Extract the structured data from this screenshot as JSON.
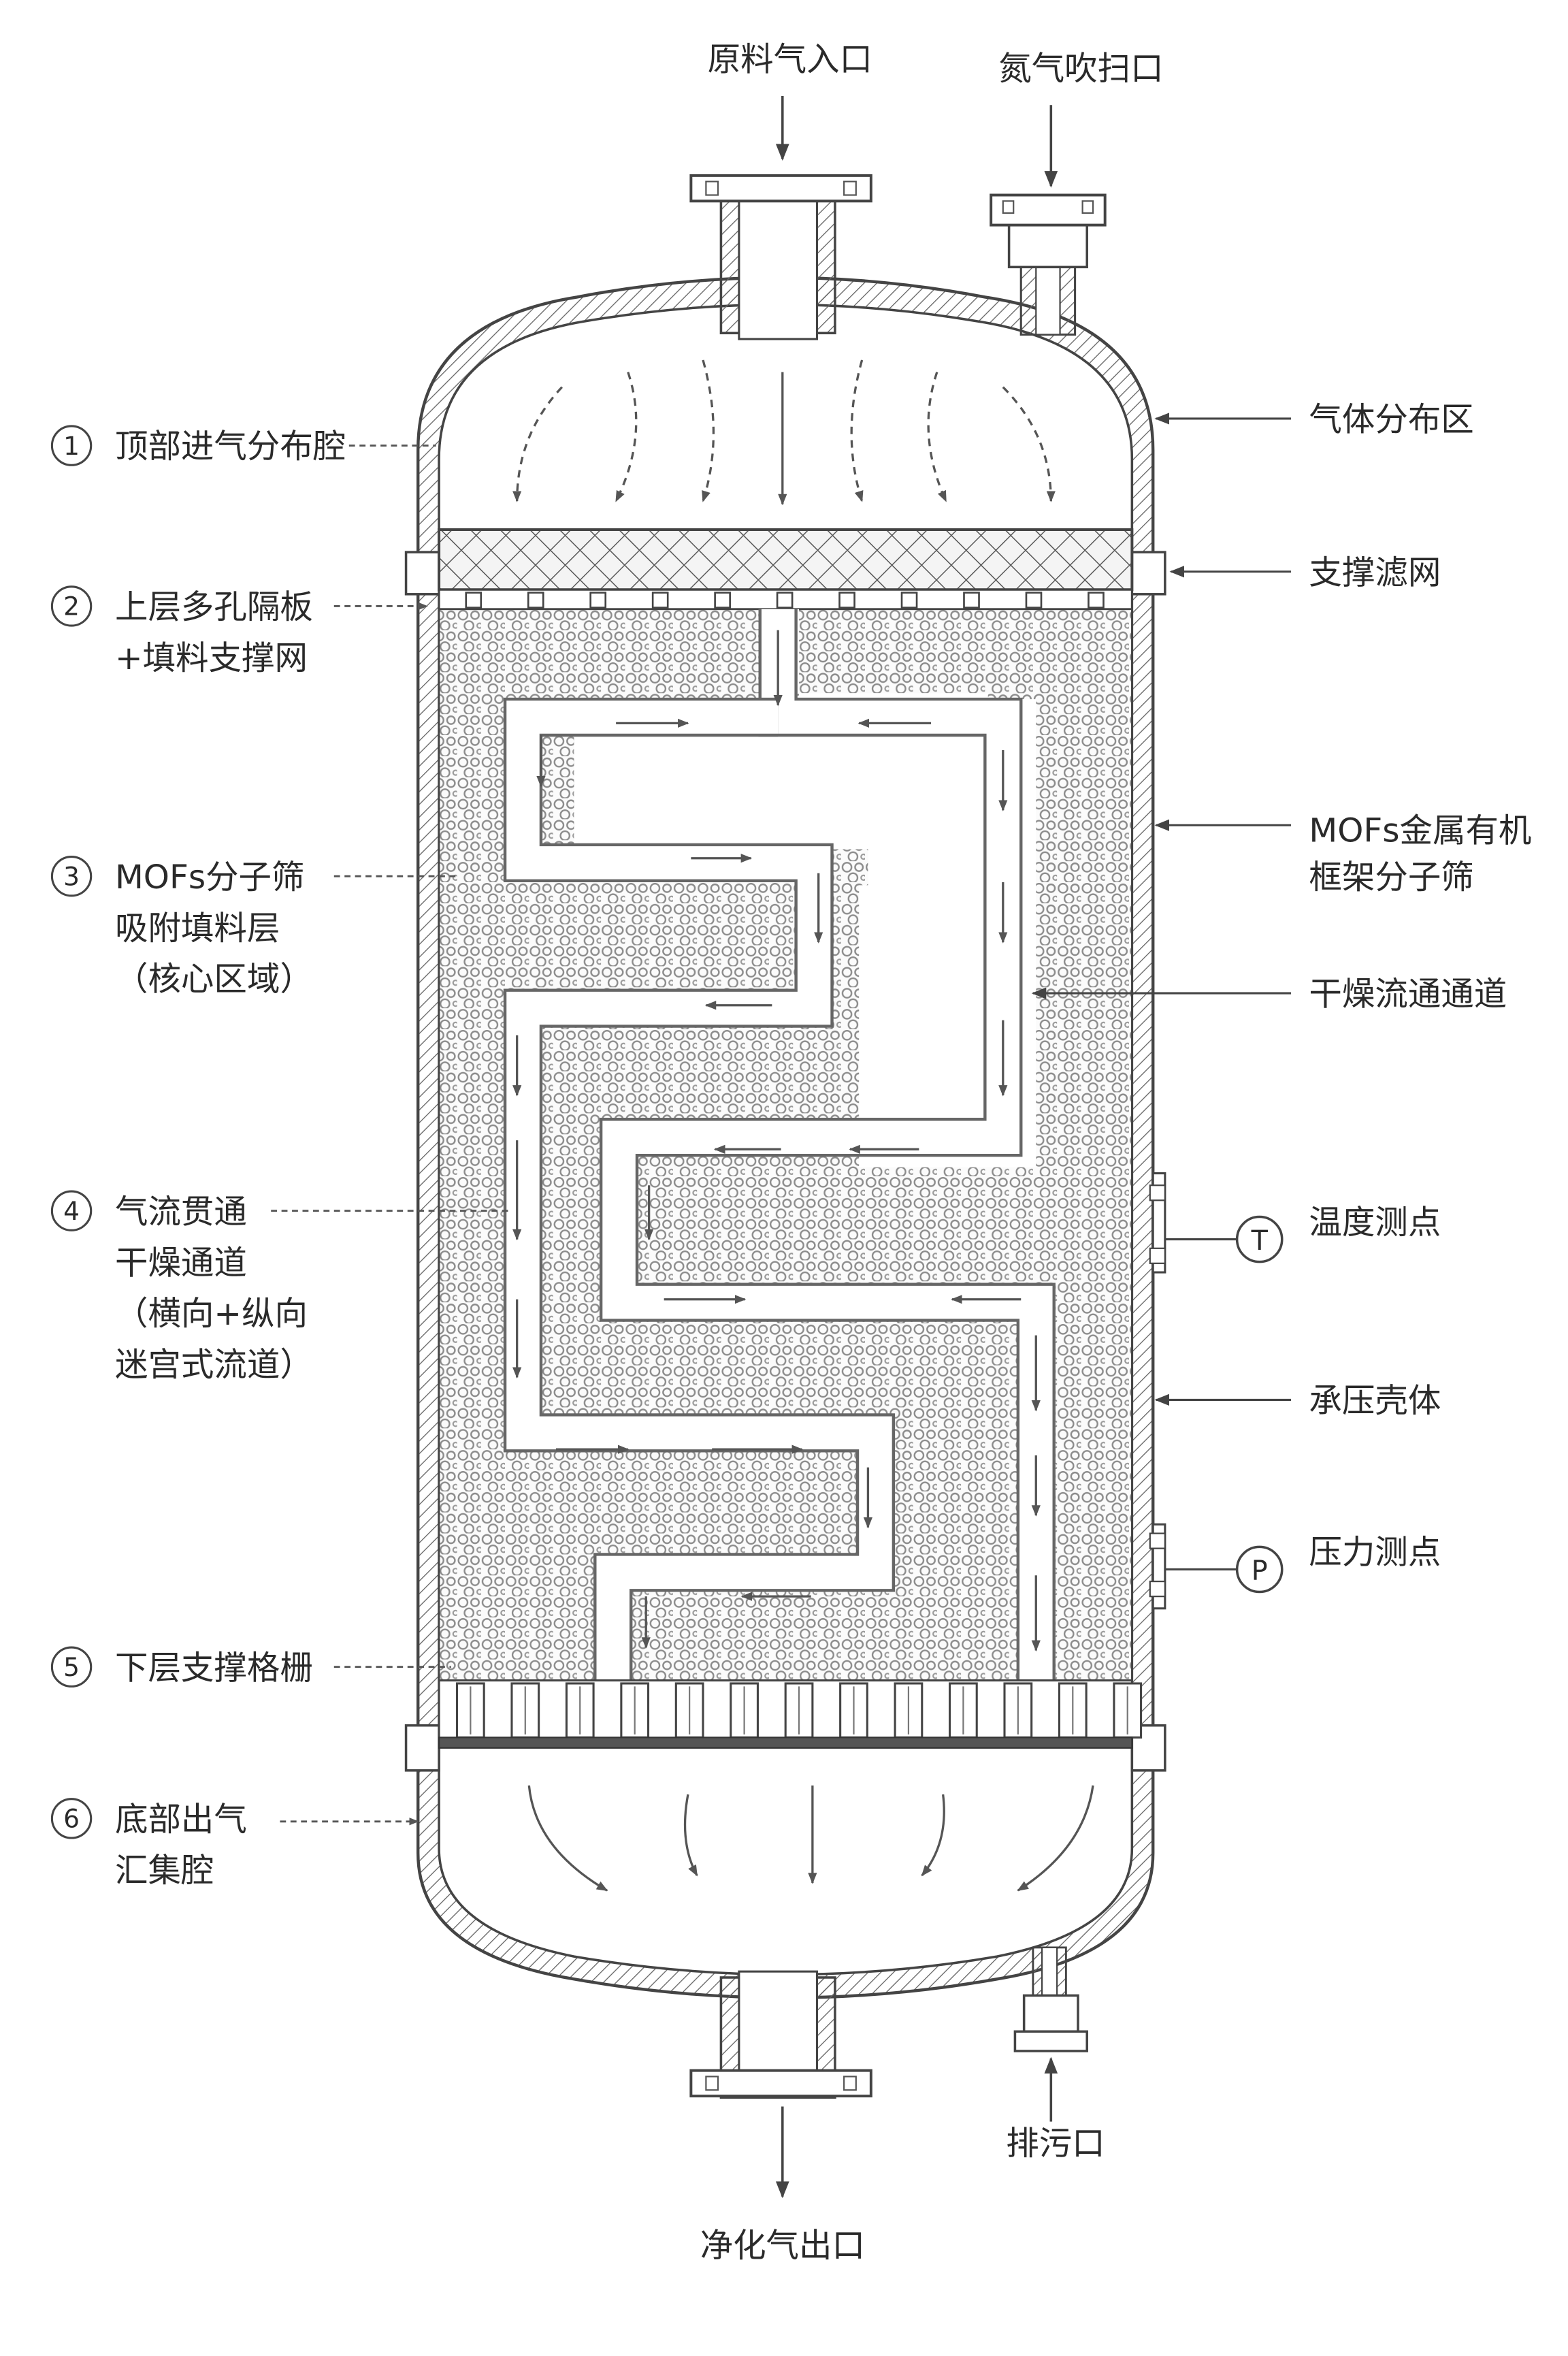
{
  "top_labels": {
    "feed_inlet": "原料气入口",
    "nitrogen_purge": "氮气吹扫口"
  },
  "bottom_labels": {
    "drain": "排污口",
    "clean_outlet": "净化气出口"
  },
  "left_callouts": [
    {
      "num": "1",
      "lines": [
        "顶部进气分布腔"
      ]
    },
    {
      "num": "2",
      "lines": [
        "上层多孔隔板",
        "+填料支撑网"
      ]
    },
    {
      "num": "3",
      "lines": [
        "MOFs分子筛",
        "吸附填料层",
        "（核心区域）"
      ]
    },
    {
      "num": "4",
      "lines": [
        "气流贯通",
        "干燥通道",
        "（横向+纵向",
        "迷宫式流道）"
      ]
    },
    {
      "num": "5",
      "lines": [
        "下层支撑格栅"
      ]
    },
    {
      "num": "6",
      "lines": [
        "底部出气",
        "汇集腔"
      ]
    }
  ],
  "right_callouts": [
    {
      "lines": [
        "气体分布区"
      ]
    },
    {
      "lines": [
        "支撑滤网"
      ]
    },
    {
      "lines": [
        "MOFs金属有机",
        "框架分子筛"
      ]
    },
    {
      "lines": [
        "干燥流通通道"
      ]
    },
    {
      "lines": [
        "温度测点"
      ],
      "badge": "T"
    },
    {
      "lines": [
        "承压壳体"
      ]
    },
    {
      "lines": [
        "压力测点"
      ],
      "badge": "P"
    }
  ],
  "colors": {
    "line": "#555555",
    "dark": "#333333",
    "pellet": "#8c8c8c",
    "channel": "#ffffff"
  }
}
